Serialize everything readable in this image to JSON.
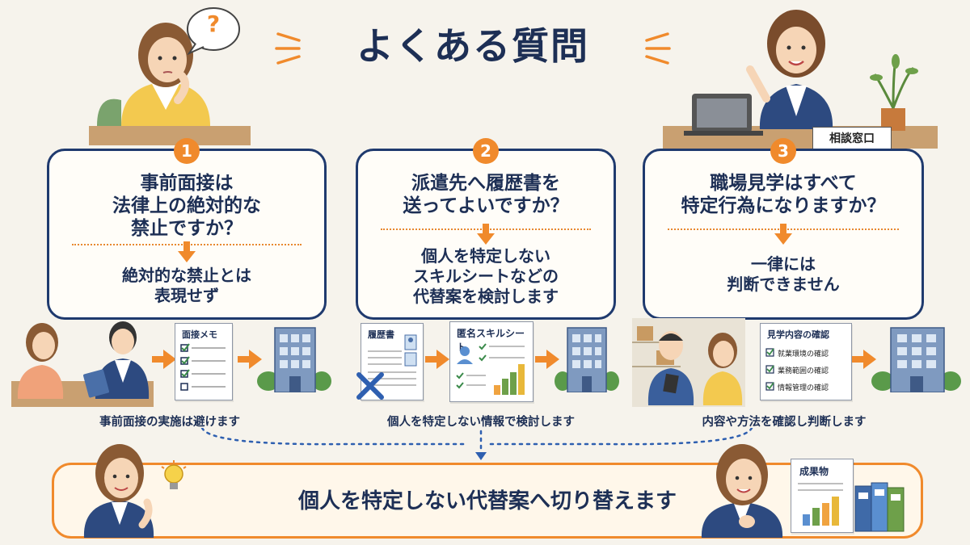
{
  "title": "よくある質問",
  "speech_bubble": "?",
  "desk_sign": "相談窓口",
  "cards": [
    {
      "number": "1",
      "question": [
        "事前面接は",
        "法律上の絶対的な",
        "禁止ですか？"
      ],
      "answer": [
        "絶対的な禁止とは",
        "表現せず"
      ]
    },
    {
      "number": "2",
      "question": [
        "派遣先へ履歴書を",
        "送ってよいですか？"
      ],
      "answer": [
        "個人を特定しない",
        "スキルシートなどの",
        "代替案を検討します"
      ]
    },
    {
      "number": "3",
      "question": [
        "職場見学はすべて",
        "特定行為になりますか？"
      ],
      "answer": [
        "一律には",
        "判断できません"
      ]
    }
  ],
  "illustrations": {
    "memo_title": "面接メモ",
    "resume_title": "履歴書",
    "skill_sheet_title": "匿名スキルシート",
    "visit_title": "見学内容の確認",
    "visit_items": [
      "就業環境の確認",
      "業務範囲の確認",
      "情報管理の確認"
    ]
  },
  "captions": [
    "事前面接の実施は避けます",
    "個人を特定しない情報で検討します",
    "内容や方法を確認し判断します"
  ],
  "banner": {
    "text": "個人を特定しない代替案へ切り替えます",
    "deliverable_label": "成果物"
  },
  "colors": {
    "navy": "#1f3a6e",
    "orange": "#f08a2c",
    "background": "#f6f3ec"
  }
}
